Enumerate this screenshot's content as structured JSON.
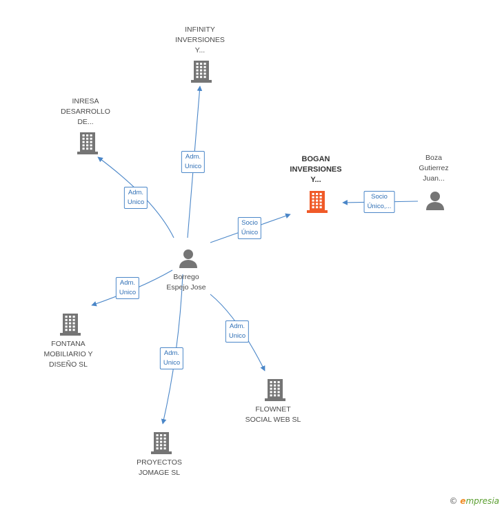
{
  "colors": {
    "building_default": "#757575",
    "building_focus": "#f05a28",
    "person": "#757575",
    "edge": "#4a86c8"
  },
  "nodes": {
    "infinity": {
      "type": "company",
      "lines": [
        "INFINITY",
        "INVERSIONES",
        "Y..."
      ]
    },
    "inresa": {
      "type": "company",
      "lines": [
        "INRESA",
        "DESARROLLO",
        "DE..."
      ]
    },
    "bogan": {
      "type": "company",
      "focus": true,
      "lines": [
        "BOGAN",
        "INVERSIONES",
        "Y..."
      ]
    },
    "boza": {
      "type": "person",
      "lines": [
        "Boza",
        "Gutierrez",
        "Juan..."
      ]
    },
    "borrego": {
      "type": "person",
      "lines": [
        "Borrego",
        "Espejo Jose"
      ]
    },
    "fontana": {
      "type": "company",
      "lines": [
        "FONTANA",
        "MOBILIARIO Y",
        "DISEÑO  SL"
      ]
    },
    "flownet": {
      "type": "company",
      "lines": [
        "FLOWNET",
        "SOCIAL WEB  SL"
      ]
    },
    "proyectos": {
      "type": "company",
      "lines": [
        "PROYECTOS",
        "JOMAGE SL"
      ]
    }
  },
  "edges": {
    "borrego_infinity": [
      "Adm.",
      "Unico"
    ],
    "borrego_inresa": [
      "Adm.",
      "Unico"
    ],
    "borrego_bogan": [
      "Socio",
      "Único"
    ],
    "boza_bogan": [
      "Socio",
      "Único,..."
    ],
    "borrego_fontana": [
      "Adm.",
      "Unico"
    ],
    "borrego_proyectos": [
      "Adm.",
      "Unico"
    ],
    "borrego_flownet": [
      "Adm.",
      "Unico"
    ]
  },
  "brand": {
    "copyright": "©",
    "e": "e",
    "rest": "mpresia"
  }
}
